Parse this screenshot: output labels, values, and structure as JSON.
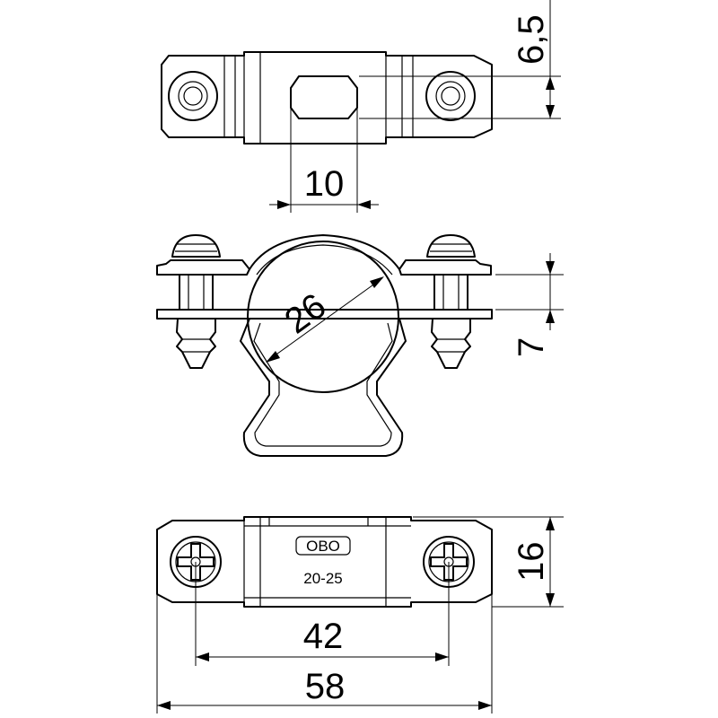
{
  "dimensions": {
    "slot_depth": "6,5",
    "slot_width": "10",
    "tube_diameter": "26",
    "leg_height": "7",
    "base_height": "16",
    "hole_spacing": "42",
    "overall_length": "58"
  },
  "marking": {
    "brand": "OBO",
    "range": "20-25"
  }
}
